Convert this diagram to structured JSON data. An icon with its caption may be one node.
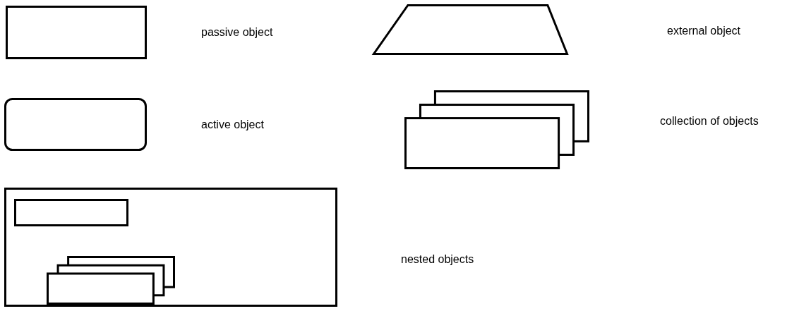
{
  "diagram": {
    "nodes": [
      {
        "text": [],
        "shape": "box"
      },
      {
        "text": [],
        "shape": "trapezoid"
      },
      {
        "text": [],
        "shape": "rounded"
      },
      {
        "text": [],
        "shape": "stack"
      },
      {
        "text": [],
        "shape": "box"
      },
      {
        "text": [],
        "shape": "box",
        "in": 4
      },
      {
        "text": [],
        "shape": "stack",
        "in": 4
      }
    ],
    "edges": [],
    "labels": [
      "passive object",
      "external object",
      "active object",
      "collection of objects",
      "nested objects"
    ]
  }
}
